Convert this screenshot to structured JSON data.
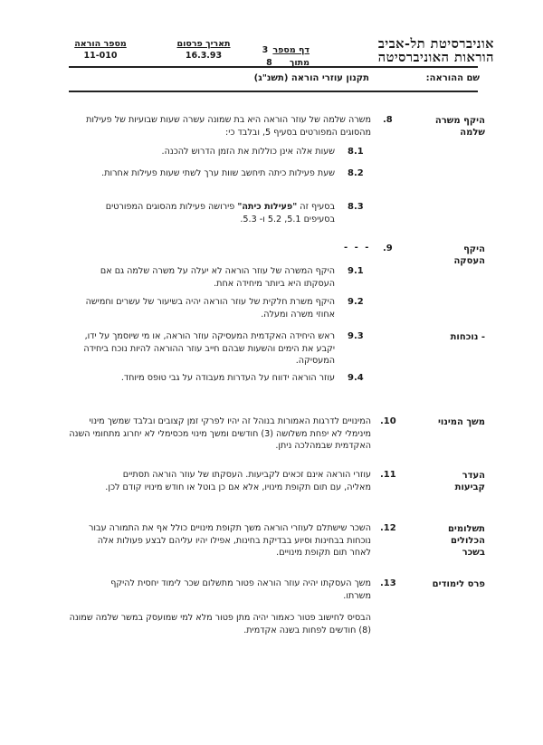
{
  "header": {
    "university_line1": "אוניברסיטת תל-אביב",
    "university_line2": "הוראות האוניברסיטה",
    "page_label": "דף מספר",
    "page_number": "3",
    "of_label": "מתוך",
    "total_pages": "8",
    "date_label": "תאריך פרסום",
    "date_value": "16.3.93",
    "instruction_number_label": "מספר הוראה",
    "instruction_number_value": "11-010",
    "instruction_name_label": "שם ההוראה:",
    "instruction_name_value": "תקנון עוזרי הוראה (תשנ\"ג)"
  },
  "sections": {
    "s8": {
      "title": "היקף משרה שלמה",
      "number": ".8",
      "text": "משרה שלמה של עוזר הוראה היא בת שמונה עשרה שעות שבועיות של פעילות מהסוגים המפורטים בסעיף 5, ובלבד כי:",
      "sub1_num": "8.1",
      "sub1_text": "שעות אלה אינן כוללות את הזמן הדרוש להכנה.",
      "sub2_num": "8.2",
      "sub2_text": "שעת פעילות כיתה תיחשב שוות ערך לשתי שעות פעילות אחרות.",
      "sub3_num": "8.3",
      "sub3_pre": "בסעיף זה ",
      "sub3_bold": "\"פעילות כיתה\"",
      "sub3_post": " פירושה פעילות מהסוגים המפורטים בסעיפים 5.1, 5.2 ו- 5.3."
    },
    "s9": {
      "title": "היקף העסקה",
      "number": ".9",
      "dashes": "- - -",
      "sub1_num": "9.1",
      "sub1_text": "היקף המשרה של עוזר הוראה לא יעלה על משרה שלמה גם אם העסקתו היא ביותר מיחידה אחת.",
      "sub2_num": "9.2",
      "sub2_text": "היקף משרת חלקית של עוזר הוראה יהיה בשיעור של עשרים וחמישה אחוזי משרה ומעלה.",
      "sub3_title": "- נוכחות",
      "sub3_num": "9.3",
      "sub3_text": "ראש היחידה האקדמית המעסיקה עוזר הוראה, או מי שיוסמך על ידו, יקבע את הימים והשעות שבהם חייב עוזר ההוראה להיות נוכח ביחידה המעסיקה.",
      "sub4_num": "9.4",
      "sub4_text": "עוזר הוראה ידווח על העדרות מעבודה על גבי טופס מיוחד."
    },
    "s10": {
      "title": "משך המינוי",
      "number": ".10",
      "text": "המינויים לדרגות האמורות בנוהל זה יהיו לפרקי זמן קצובים ובלבד שמשך מינוי מינימלי לא יפחת משלושה (3) חודשים ומשך מינוי מכסימלי לא יחרוג מתחומי השנה האקדמית שבמהלכה ניתן."
    },
    "s11": {
      "title": "העדר קביעות",
      "number": ".11",
      "text": "עוזרי הוראה אינם זכאים לקביעות. העסקתו של עוזר הוראה תסתיים מאליה, עם תום תקופת מינויו, אלא אם כן בוטל או חודש מינויו קודם לכן."
    },
    "s12": {
      "title": "תשלומים הכלולים בשכר",
      "number": ".12",
      "text": "השכר שישתלם לעוזרי הוראה משך תקופת מינויים כולל אף את התמורה עבור נוכחות בבחינות וסיוע בבדיקת בחינות, אפילו יהיו עליהם לבצע פעולות אלה לאחר תום תקופת מינויים."
    },
    "s13": {
      "title": "פרס לימודים",
      "number": ".13",
      "text": "משך העסקתו יהיה עוזר הוראה פטור מתשלום שכר לימוד יחסית להיקף משרתו.",
      "text2": "הבסיס לחישוב פטור כאמור יהיה מתן פטור מלא למי שמועסק במשר שלמה שמונה (8) חודשים לפחות בשנה אקדמית."
    }
  }
}
